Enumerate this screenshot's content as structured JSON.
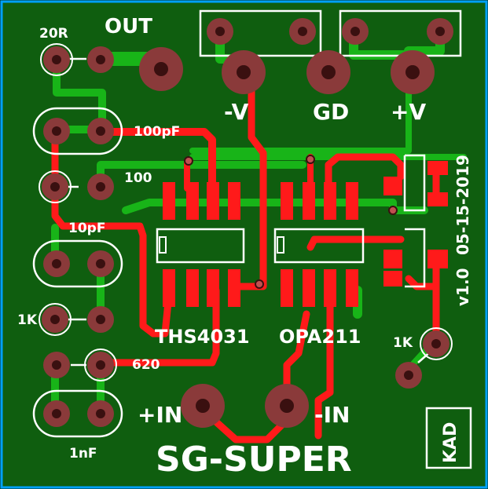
{
  "board": {
    "title": "SG-SUPER",
    "version": "v1.0",
    "date": "05-15-2019",
    "initials": "KAD",
    "colors": {
      "substrate": "#0f5e0f",
      "edge": "#00a0ff",
      "top_copper": "#ff1a1a",
      "bottom_copper": "#18b418",
      "pad": "#8a3a3a",
      "silkscreen": "#ffffff"
    }
  },
  "labels": {
    "r_20": "20R",
    "out": "OUT",
    "neg_v": "-V",
    "gnd": "GD",
    "pos_v": "+V",
    "cap_100pf": "100pF",
    "r_100": "100",
    "cap_10pf": "10pF",
    "r_1k_left": "1K",
    "r_620": "620",
    "cap_1nf": "1nF",
    "chip_1": "THS4031",
    "chip_2": "OPA211",
    "r_1k_right": "1K",
    "pos_in": "+IN",
    "neg_in": "-IN"
  }
}
